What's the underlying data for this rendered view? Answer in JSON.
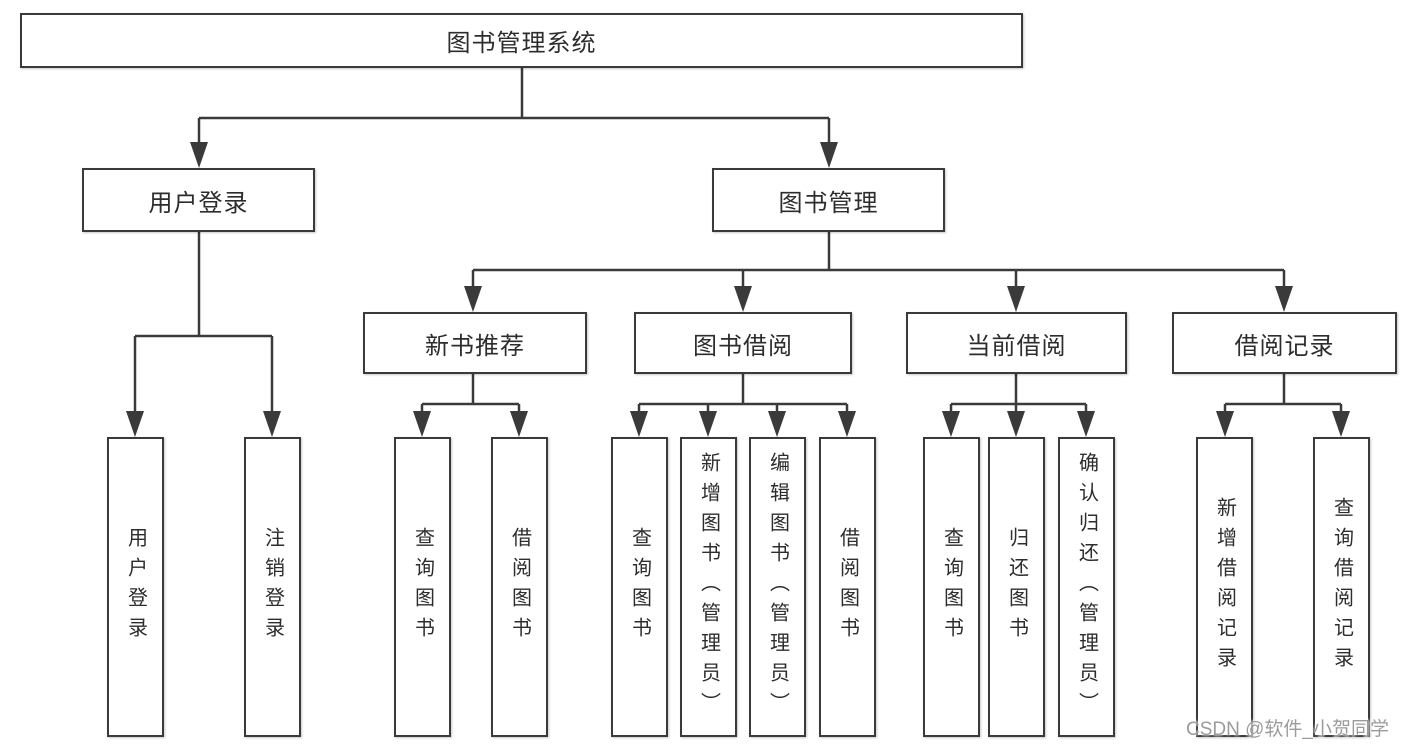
{
  "diagram": {
    "root": {
      "label": "图书管理系统"
    },
    "branches": [
      {
        "label": "用户登录",
        "children": [
          {
            "label": "用户登录"
          },
          {
            "label": "注销登录"
          }
        ]
      },
      {
        "label": "图书管理",
        "sections": [
          {
            "label": "新书推荐",
            "children": [
              {
                "label": "查询图书"
              },
              {
                "label": "借阅图书"
              }
            ]
          },
          {
            "label": "图书借阅",
            "children": [
              {
                "label": "查询图书"
              },
              {
                "label": "新增图书（管理员）"
              },
              {
                "label": "编辑图书（管理员）"
              },
              {
                "label": "借阅图书"
              }
            ]
          },
          {
            "label": "当前借阅",
            "children": [
              {
                "label": "查询图书"
              },
              {
                "label": "归还图书"
              },
              {
                "label": "确认归还（管理员）"
              }
            ]
          },
          {
            "label": "借阅记录",
            "children": [
              {
                "label": "新增借阅记录"
              },
              {
                "label": "查询借阅记录"
              }
            ]
          }
        ]
      }
    ]
  },
  "watermark": {
    "text": "CSDN @软件_小贺同学"
  },
  "colors": {
    "line": "#3a3a3a",
    "text": "#2d2d2d",
    "box_background": "#ffffff",
    "watermark_text": "#9b9b9b",
    "page_background": "#ffffff"
  }
}
